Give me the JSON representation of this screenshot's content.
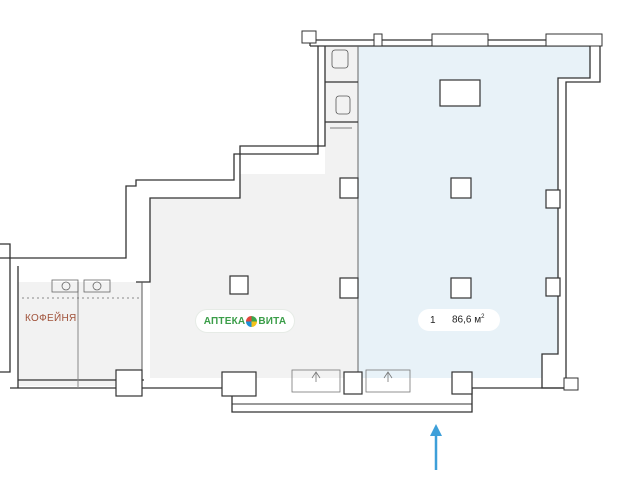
{
  "plan": {
    "cafe_label": "КОФЕЙНЯ",
    "pharmacy_logo": {
      "left_text": "АПТЕКА",
      "right_text": "ВИТА",
      "logo_icon": "leaf-circle-icon"
    },
    "room": {
      "number": "1",
      "area": "86,6 м",
      "area_unit_sup": "2"
    },
    "entrance_arrow_icon": "arrow-up-icon",
    "colors": {
      "highlight_room": "#e8f2f8",
      "neutral_room": "#f2f2f2",
      "wall": "#333333",
      "arrow": "#3d9fd9",
      "cafe_text": "#a0523a",
      "pharmacy_text": "#3a9d48"
    }
  }
}
